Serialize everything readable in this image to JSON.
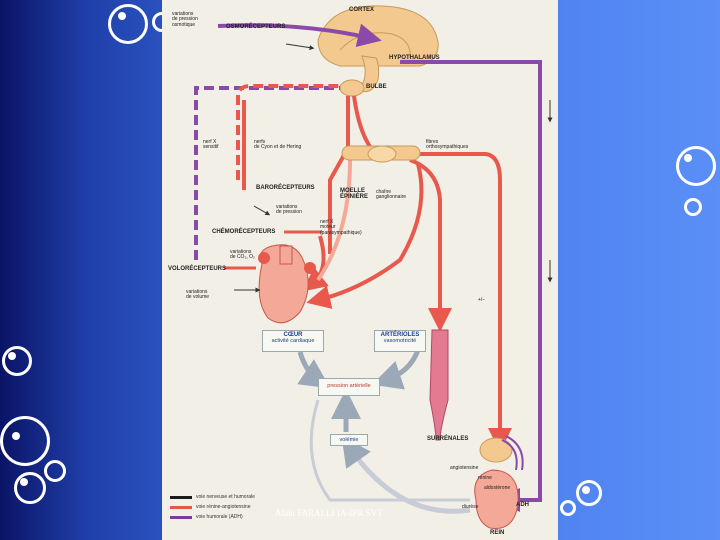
{
  "diagram": {
    "labels": {
      "variations_osmotique": "variations\nde pression\nosmotique",
      "osmorecepteurs": "OSMORÉCEPTEURS",
      "cortex": "CORTEX",
      "hypothalamus": "HYPOTHALAMUS",
      "bulbe": "BULBE",
      "nerf_x_sensitif": "nerf X\nsensitif",
      "nerfs_cyon": "nerfs\nde Cyon et de Hering",
      "fibres_ortho": "fibres\northosympathiques",
      "barorecepteurs": "BARORÉCEPTEURS",
      "moelle": "MOELLE\nÉPINIÈRE",
      "chaine": "chaîne\nganglionnaire",
      "variations_pression": "variations\nde pression",
      "nerf_x_moteur": "nerf X\nmoteur\n(parasympathique)",
      "chemorecepteurs": "CHÉMORÉCEPTEURS",
      "variations_co2": "variations\nde CO₂, O₂",
      "volorecepteurs": "VOLORÉCEPTEURS",
      "variations_volume": "variations\nde volume",
      "surrenales": "SURRÉNALES",
      "angiotensine": "angiotensine",
      "renine": "rénine",
      "aldosterone": "aldostérone",
      "adh": "ADH",
      "diurese": "diurèse",
      "rein": "REIN",
      "plus_minus": "+/−"
    },
    "boxes": {
      "coeur_title": "CŒUR",
      "coeur_sub": "activité cardiaque",
      "arterioles_title": "ARTÉRIOLES",
      "arterioles_sub": "vasomotricité",
      "pression": "pression artérielle",
      "volemie": "volémie"
    },
    "legend": [
      {
        "label": "voie nerveuse et humorale",
        "color": "#1a1a1a"
      },
      {
        "label": "voie rénine-angiotensine",
        "color": "#e05a4a"
      },
      {
        "label": "voie humorale (ADH)",
        "color": "#7a3d9a"
      }
    ]
  },
  "footer": "Alain FARALLI IA-IPR SVT",
  "colors": {
    "nerve_red": "#e8584c",
    "nerve_pink": "#f4a898",
    "adh_purple": "#8a4aa8",
    "background_blue": "#3d6fe6",
    "page_bg": "#f2efe6"
  }
}
